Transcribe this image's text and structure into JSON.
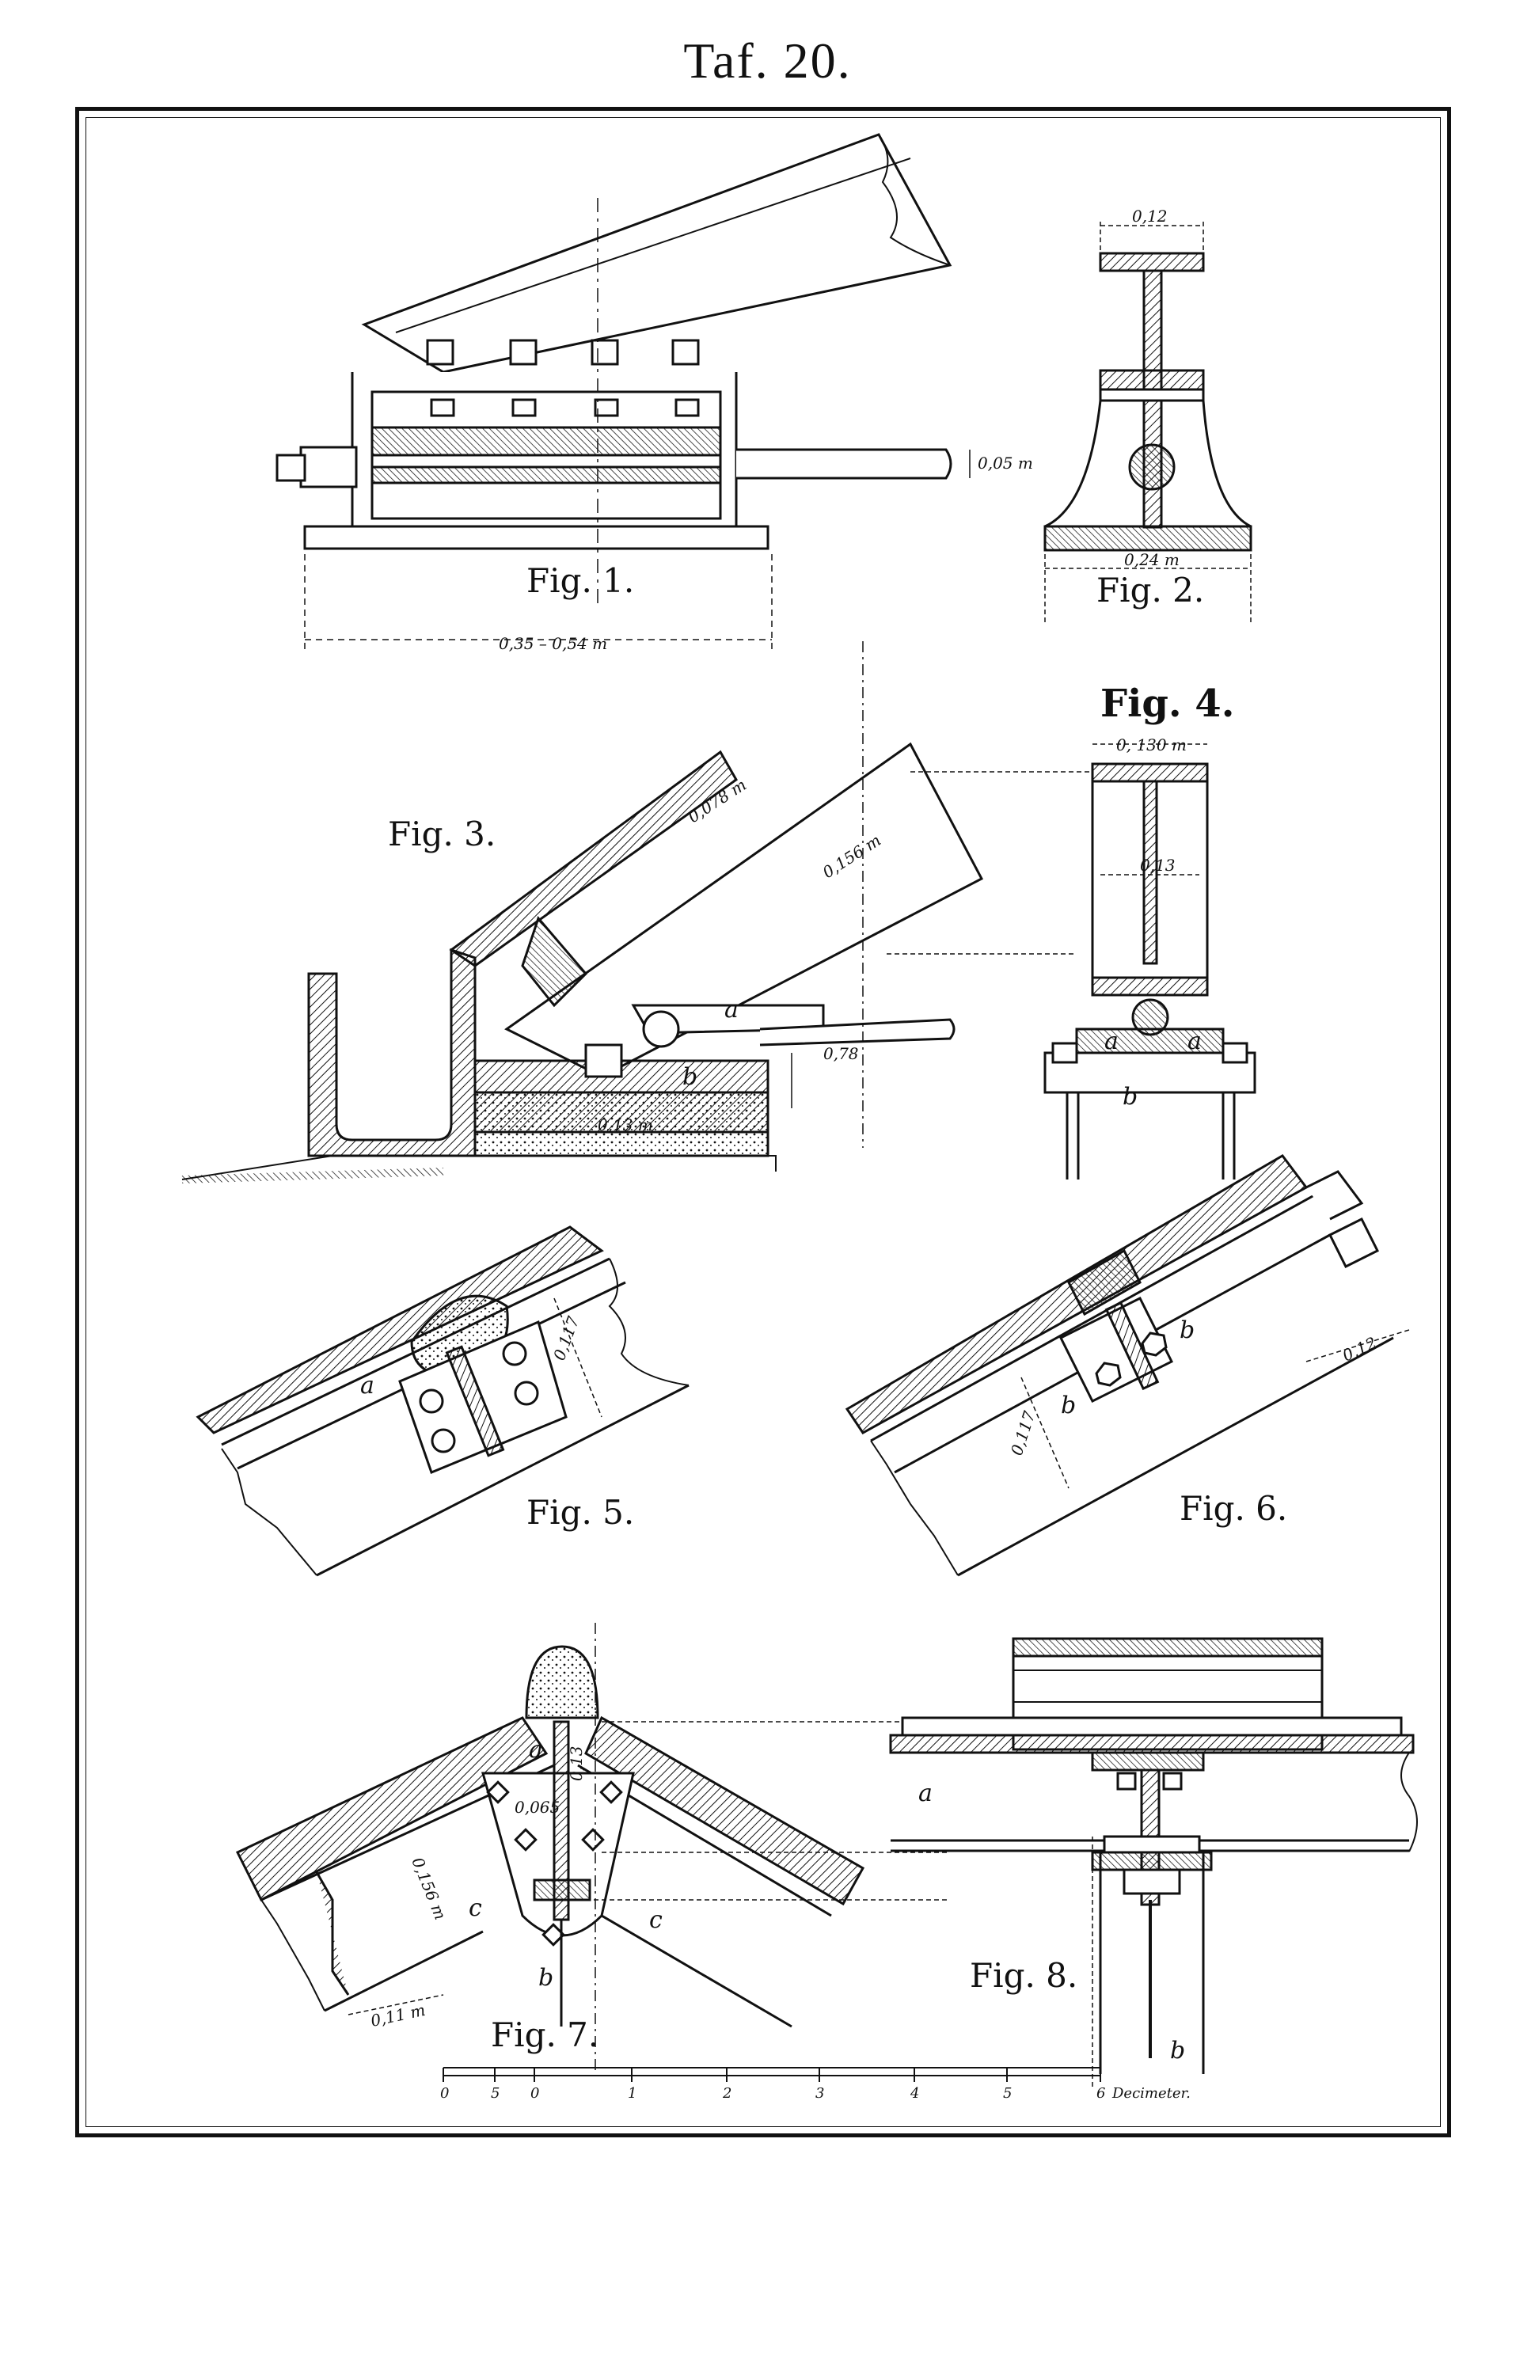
{
  "plate": {
    "title": "Taf. 20.",
    "colors": {
      "ink": "#111111",
      "paper": "#ffffff"
    }
  },
  "figures": {
    "fig1": {
      "label": "Fig. 1.",
      "dim_rod": "0,05 m",
      "dim_base": "0,35 – 0,54 m"
    },
    "fig2": {
      "label": "Fig. 2.",
      "dim_top": "0,12",
      "dim_base": "0,24 m"
    },
    "fig3": {
      "label": "Fig. 3.",
      "dim_a": "0,078 m",
      "dim_b": "0,156 m",
      "dim_c": "0,78",
      "dim_d": "0,13 m",
      "letter_a": "a",
      "letter_b": "b"
    },
    "fig4": {
      "label": "Fig. 4.",
      "dim_top": "0, 130 m",
      "dim_web": "0,13",
      "letter_a1": "a",
      "letter_a2": "a",
      "letter_b": "b"
    },
    "fig5": {
      "label": "Fig. 5.",
      "dim": "0,117",
      "letter_a": "a"
    },
    "fig6": {
      "label": "Fig. 6.",
      "dim_a": "0,117",
      "dim_b": "0,12",
      "letter_b1": "b",
      "letter_b2": "b"
    },
    "fig7": {
      "label": "Fig. 7.",
      "dim_a": "0,156 m",
      "dim_b": "0,13",
      "dim_c": "0,065",
      "dim_d": "0,11 m",
      "letter_a": "a",
      "letter_b": "b",
      "letter_c1": "c",
      "letter_c2": "c"
    },
    "fig8": {
      "label": "Fig. 8.",
      "letter_a": "a",
      "letter_b": "b"
    }
  },
  "scale": {
    "ticks": [
      "0",
      "5",
      "0",
      "1",
      "2",
      "3",
      "4",
      "5",
      "6"
    ],
    "unit": "Decimeter."
  }
}
